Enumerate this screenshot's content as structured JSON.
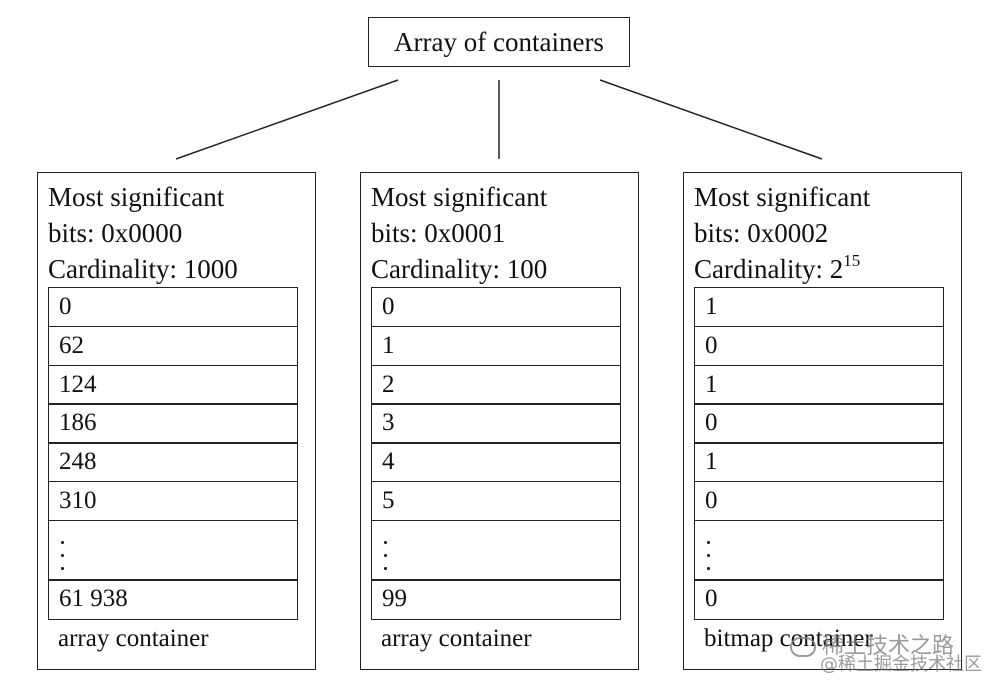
{
  "root": {
    "label": "Array of containers"
  },
  "containers": [
    {
      "header": [
        "Most significant",
        "bits: 0x0000",
        "Cardinality: 1000"
      ],
      "cells": [
        "0",
        "62",
        "124",
        "186",
        "248",
        "310"
      ],
      "last": "61 938",
      "caption": "array container"
    },
    {
      "header": [
        "Most significant",
        "bits: 0x0001",
        "Cardinality: 100"
      ],
      "cells": [
        "0",
        "1",
        "2",
        "3",
        "4",
        "5"
      ],
      "last": "99",
      "caption": "array container"
    },
    {
      "header": [
        "Most significant",
        "bits: 0x0002",
        "Cardinality: 2"
      ],
      "header_exponent": "15",
      "cells": [
        "1",
        "0",
        "1",
        "0",
        "1",
        "0"
      ],
      "last": "0",
      "caption": "bitmap container"
    }
  ],
  "watermark": {
    "line1": "稀土技术之路",
    "line2": "@稀土掘金技术社区"
  }
}
